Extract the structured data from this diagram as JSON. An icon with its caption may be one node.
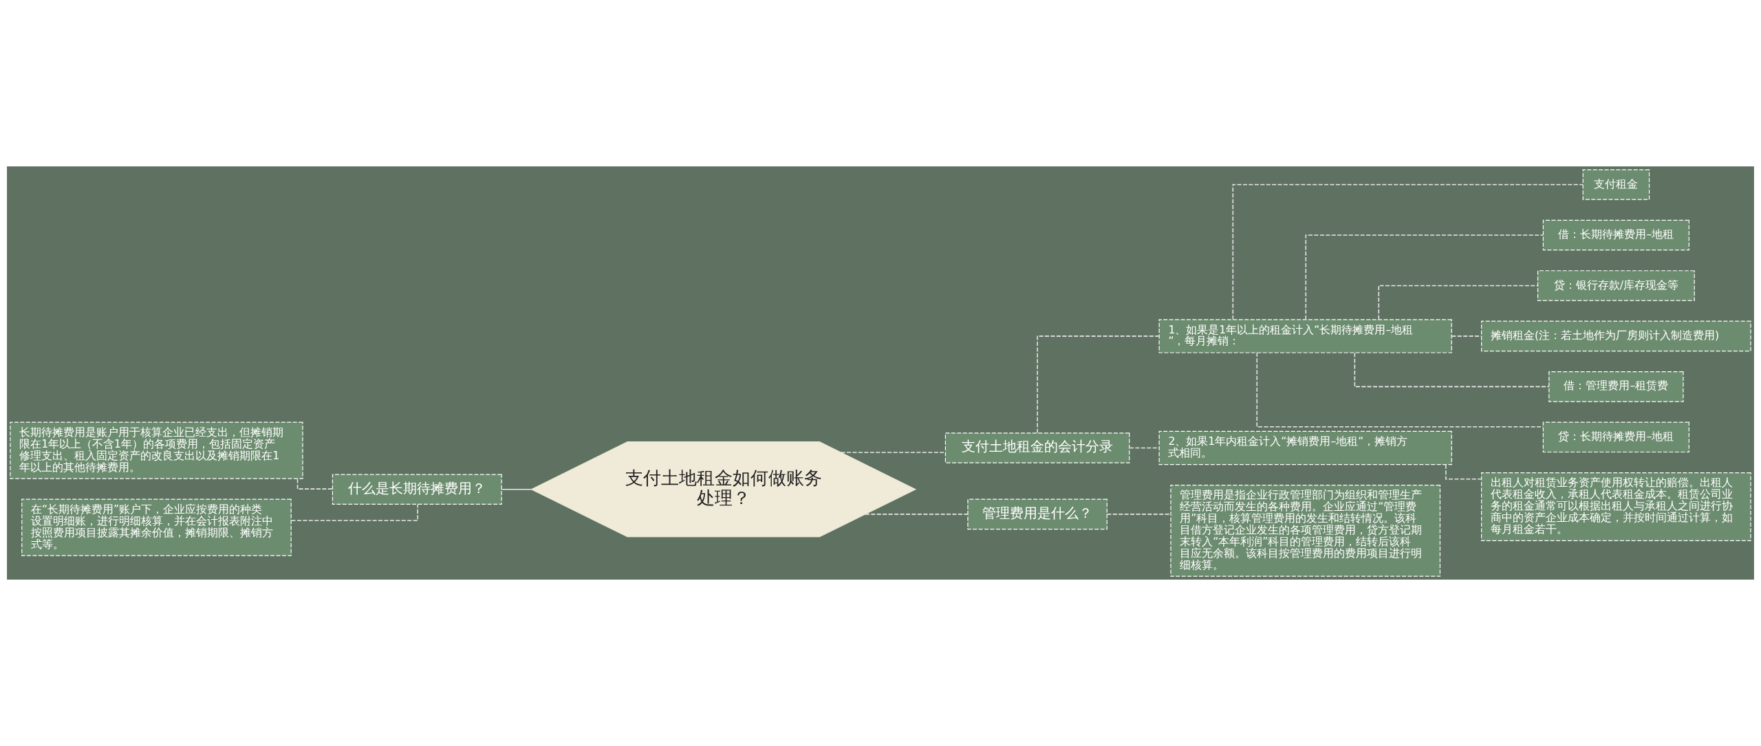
{
  "diagram": {
    "nodes": [
      {
        "text": [
          "支付土地租金如何做账务处理？"
        ]
      },
      {
        "text": [
          "什么是长期待摊费用？"
        ]
      },
      {
        "text": [
          "长期待摊费用是账户用于核算企业已经支出，但摊销期限在1年以上（不含1年）的各项费用，包括固定资产修理支出、租入固定资产的改良支出以及摊销期限在1年以上的其他待摊费用。"
        ]
      },
      {
        "text": [
          "在“长期待摊费用”账户下，企业应按费用的种类设置明细账，进行明细核算，并在会计报表附注中按照费用项目披露其摊余价值，摊销期限、摊销方式等。"
        ]
      },
      {
        "text": [
          "支付土地租金的会计分录"
        ]
      },
      {
        "text": [
          "1、如果是1年以上的租金计入“长期待摊费用–地租“，每月摊销："
        ]
      },
      {
        "text": [
          "支付租金"
        ]
      },
      {
        "text": [
          "借：长期待摊费用–地租"
        ]
      },
      {
        "text": [
          "贷：银行存款/库存现金等"
        ]
      },
      {
        "text": [
          "摊销租金(注：若土地作为厂房则计入制造费用)"
        ]
      },
      {
        "text": [
          "借：管理费用–租赁费"
        ]
      },
      {
        "text": [
          "贷：长期待摊费用–地租"
        ]
      },
      {
        "text": [
          "2、如果1年内租金计入“摊销费用–地租“，摊销方式相同。"
        ]
      },
      {
        "text": [
          "出租人对租赁业务资产使用权转让的赔偿。出租人代表租金收入，承租人代表租金成本。租赁公司业务的租金通常可以根据出租人与承租人之间进行协商中的资产企业成本确定，并按时间通过计算，如每月租金若干。"
        ]
      },
      {
        "text": [
          "管理费用是什么？"
        ]
      },
      {
        "text": [
          "管理费用是指企业行政管理部门为组织和管理生产经营活动而发生的各种费用。企业应通过“管理费用”科目，核算管理费用的发生和结转情况。该科目借方登记企业发生的各项管理费用，贷方登记期末转入“本年利润”科目的管理费用，结转后该科目应无余额。该科目按管理费用的费用项目进行明细核算。"
        ]
      }
    ],
    "edges": [
      {
        "from": 0,
        "to": 1,
        "arrow": "none"
      },
      {
        "from": 1,
        "to": 2,
        "arrow": "none",
        "style": "dashed"
      },
      {
        "from": 1,
        "to": 3,
        "arrow": "none",
        "style": "dashed"
      },
      {
        "from": 0,
        "to": 4,
        "arrow": "none",
        "style": "dashed"
      },
      {
        "from": 4,
        "to": 5,
        "arrow": "none",
        "style": "dashed"
      },
      {
        "from": 5,
        "to": 6,
        "arrow": "none",
        "style": "dashed"
      },
      {
        "from": 5,
        "to": 7,
        "arrow": "none",
        "style": "dashed"
      },
      {
        "from": 5,
        "to": 8,
        "arrow": "none",
        "style": "dashed"
      },
      {
        "from": 5,
        "to": 9,
        "arrow": "none",
        "style": "dashed"
      },
      {
        "from": 5,
        "to": 10,
        "arrow": "none",
        "style": "dashed"
      },
      {
        "from": 5,
        "to": 11,
        "arrow": "none",
        "style": "dashed"
      },
      {
        "from": 4,
        "to": 12,
        "arrow": "none",
        "style": "dashed"
      },
      {
        "from": 12,
        "to": 13,
        "arrow": "none",
        "style": "dashed"
      },
      {
        "from": 0,
        "to": 14,
        "arrow": "none",
        "style": "dashed"
      },
      {
        "from": 14,
        "to": 15,
        "arrow": "none",
        "style": "dashed"
      }
    ]
  }
}
